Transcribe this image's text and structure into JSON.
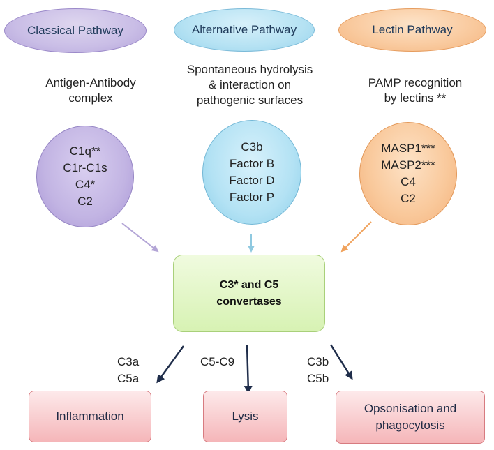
{
  "pathways": {
    "classical": {
      "title": "Classical Pathway",
      "trigger": "Antigen-Antibody\ncomplex",
      "components": [
        "C1q**",
        "C1r-C1s",
        "C4*",
        "C2"
      ]
    },
    "alternative": {
      "title": "Alternative Pathway",
      "trigger": "Spontaneous hydrolysis\n& interaction on\npathogenic surfaces",
      "components": [
        "C3b",
        "Factor B",
        "Factor D",
        "Factor P"
      ]
    },
    "lectin": {
      "title": "Lectin Pathway",
      "trigger": "PAMP recognition\nby lectins **",
      "components": [
        "MASP1***",
        "MASP2***",
        "C4",
        "C2"
      ]
    }
  },
  "central": {
    "line1": "C3* and C5",
    "line2": "convertases"
  },
  "edges": {
    "inflammation_label": "C3a\nC5a",
    "lysis_label": "C5-C9",
    "opsonisation_label": "C3b\nC5b"
  },
  "outcomes": {
    "inflammation": "Inflammation",
    "lysis": "Lysis",
    "opsonisation_line1": "Opsonisation and",
    "opsonisation_line2": "phagocytosis"
  },
  "colors": {
    "classical_arrow": "#b3a5d6",
    "alternative_arrow": "#8fc9e0",
    "lectin_arrow": "#f0a25c",
    "outcome_arrow": "#1f2d4a"
  }
}
